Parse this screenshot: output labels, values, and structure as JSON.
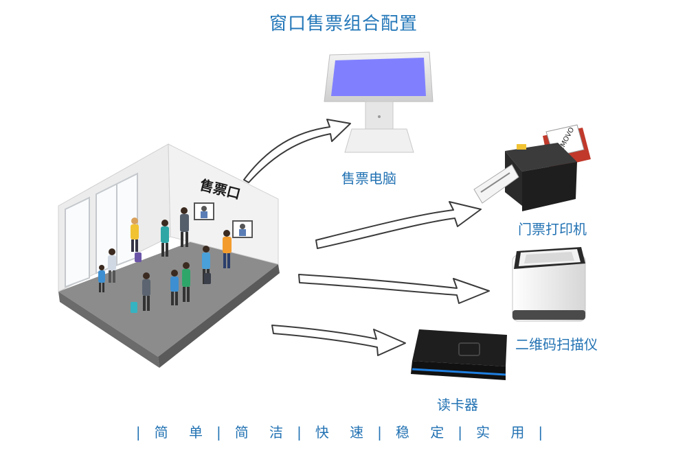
{
  "title": "窗口售票组合配置",
  "booth_sign": "售票口",
  "devices": {
    "pc": "售票电脑",
    "printer": "门票打印机",
    "printer_ticket_text": "DEMOVO",
    "scanner": "二维码扫描仪",
    "card_reader": "读卡器"
  },
  "footer_items": [
    "简 单",
    "简 洁",
    "快 速",
    "稳 定",
    "实 用"
  ],
  "colors": {
    "label": "#2272b3",
    "screen": "#8080ff",
    "arrow_fill": "#ffffff",
    "arrow_stroke": "#3a3a3a"
  }
}
